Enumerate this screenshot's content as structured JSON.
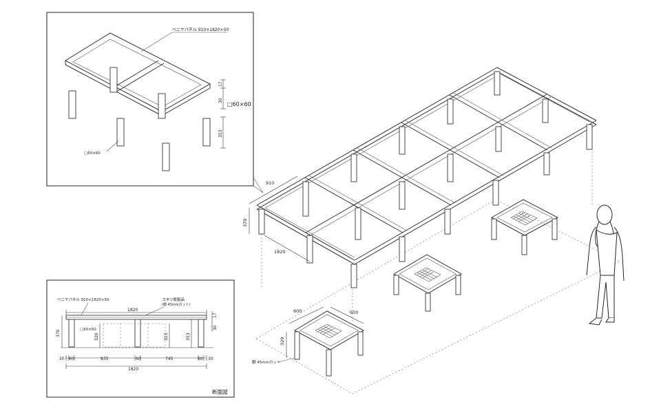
{
  "detail": {
    "panel_label": "ベニヤパネル 910×1820×50",
    "dim_30": "30",
    "dim_17": "17",
    "post_size_large": "□60×60",
    "dim_353": "353",
    "post_size_small": "□60×60"
  },
  "section": {
    "title": "断面図",
    "panel_label": "ベニヤパネル 910×1820×50",
    "width_top": "1820",
    "kotatsu_label_1": "コタツ既製品",
    "kotatsu_label_2": "(脚 45mmカット)",
    "dim_17": "17",
    "dim_30": "30",
    "dim_370": "370",
    "dim_320": "320",
    "dim_323": "323",
    "dim_353": "353",
    "post_size": "□60×60",
    "bottom_dims": [
      "30",
      "60",
      "835",
      "60",
      "745",
      "60",
      "30"
    ],
    "width_total": "1820"
  },
  "main": {
    "dim_910": "910",
    "dim_370": "370",
    "dim_1820": "1820",
    "table_600_a": "600",
    "table_600_b": "600",
    "table_320": "320",
    "leg_cut_label": "脚 45mmカット"
  }
}
